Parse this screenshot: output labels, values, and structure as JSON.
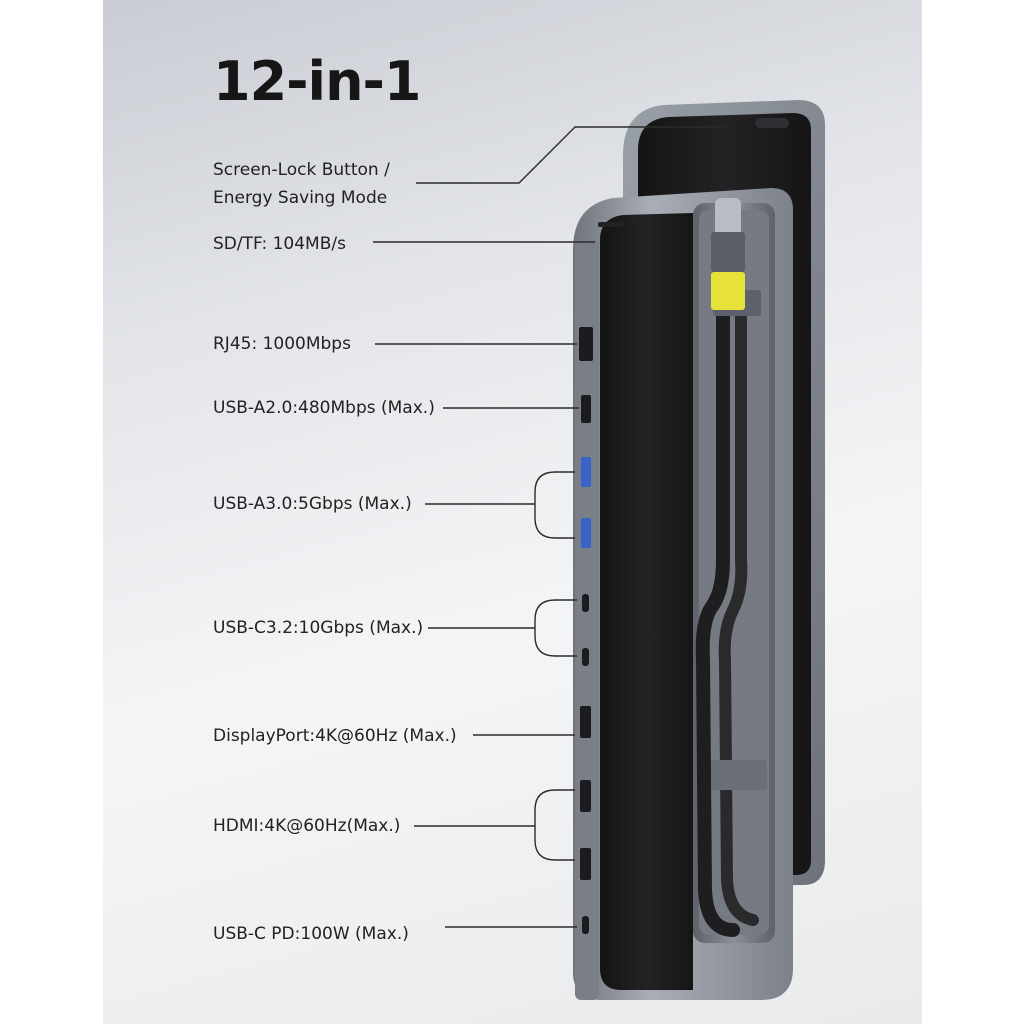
{
  "title": "12-in-1",
  "labels": {
    "screen_lock_line1": "Screen-Lock Button /",
    "screen_lock_line2": "Energy Saving Mode",
    "sd_tf": "SD/TF: 104MB/s",
    "rj45": "RJ45: 1000Mbps",
    "usb_a2": "USB-A2.0:480Mbps (Max.)",
    "usb_a3": "USB-A3.0:5Gbps (Max.)",
    "usb_c32": "USB-C3.2:10Gbps (Max.)",
    "displayport": "DisplayPort:4K@60Hz (Max.)",
    "hdmi": "HDMI:4K@60Hz(Max.)",
    "usb_c_pd": "USB-C PD:100W (Max.)"
  },
  "colors": {
    "body_metal": "#8c929c",
    "panel_black": "#1b1b1c",
    "connector_yellow": "#e6e23a",
    "usb3_blue": "#3a63c8"
  }
}
